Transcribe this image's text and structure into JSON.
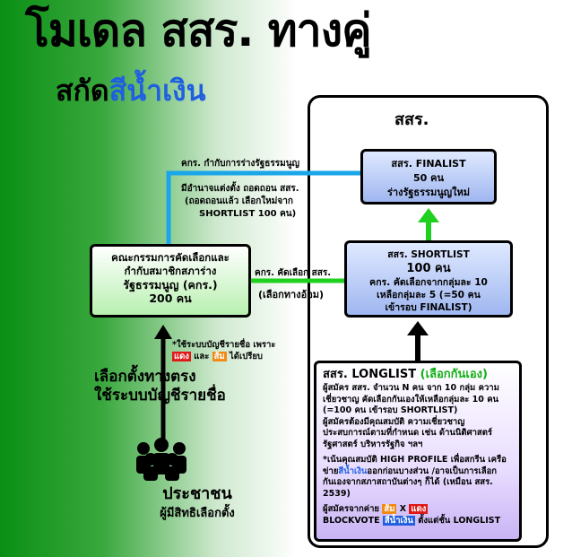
{
  "header": {
    "title": "โมเดล สสร. ทางคู่",
    "subtitle_prefix": "สกัด",
    "subtitle_highlight": "สีน้ำเงิน"
  },
  "panel": {
    "title": "สสร."
  },
  "finalist": {
    "line1": "สสร. FINALIST",
    "line2": "50 คน",
    "line3": "ร่างรัฐธรรมนูญใหม่"
  },
  "shortlist": {
    "line1": "สสร. SHORTLIST",
    "line2": "100 คน",
    "line3": "คกร. คัดเลือกจากกลุ่มละ 10",
    "line4": "เหลือกลุ่มละ 5 (=50 คน",
    "line5": "เข้ารอบ FINALIST)"
  },
  "committee": {
    "line1": "คณะกรรมการคัดเลือกและ",
    "line2": "กำกับสมาชิกสภาร่าง",
    "line3": "รัฐธรรมนูญ (คกร.)",
    "line4": "200 คน"
  },
  "longlist": {
    "head_prefix": "สสร. LONGLIST",
    "head_highlight": "(เลือกกันเอง)",
    "p1": "ผู้สมัคร สสร. จำนวน N คน จาก 10 กลุ่ม ความเชี่ยวชาญ คัดเลือกกันเองให้เหลือกลุ่มละ 10 คน (=100 คน เข้ารอบ SHORTLIST)",
    "p2": "ผู้สมัครต้องมีคุณสมบัติ ความเชี่ยวชาญ ประสบการณ์ตามที่กำหนด เช่น ด้านนิติศาสตร์ รัฐศาสตร์ บริหารรัฐกิจ ฯลฯ",
    "p3a": "*เน้นคุณสมบัติ HIGH PROFILE เพื่อสกรีน เครือข่าย",
    "p3b": "สีน้ำเงิน",
    "p3c": "ออกก่อนบางส่วน /อาจเป็นการเลือกกันเองจากสภาสถาบันต่างๆ ก็ได้ (เหมือน สสร. 2539)",
    "p4a": "ผู้สมัครจากค่าย",
    "p4_orange": "ส้ม",
    "p4_x": "X",
    "p4_red": "แดง",
    "p4b": "BLOCKVOTE",
    "p4_blue": "สีน้ำเงิน",
    "p4c": "ตั้งแต่ชั้น LONGLIST"
  },
  "labels": {
    "top1": "คกร. กำกับการร่างรัฐธรรมนูญ",
    "top2": "มีอำนาจแต่งตั้ง ถอดถอน สสร.",
    "top3": "(ถอดถอนแล้ว เลือกใหม่จาก",
    "top4": "SHORTLIST 100 คน)",
    "mid1": "คกร. คัดเลือก สสร.",
    "mid2": "(เลือกทางอ้อม)"
  },
  "note": {
    "pre": "*ใช้ระบบบัญชีรายชื่อ เพราะ",
    "red": "แดง",
    "and": "และ",
    "orange": "ส้ม",
    "post": "ได้เปรียบ"
  },
  "direct": {
    "line1": "เลือกตั้งทางตรง",
    "line2": "ใช้ระบบบัญชีรายชื่อ"
  },
  "people": {
    "line1": "ประชาชน",
    "line2": "ผู้มีสิทธิเลือกตั้ง"
  },
  "colors": {
    "blue": "#1f5fe0",
    "green": "#13b015",
    "red": "#e01818",
    "orange": "#f08a14",
    "line_blue": "#1aa6e8",
    "line_green": "#20d020"
  }
}
